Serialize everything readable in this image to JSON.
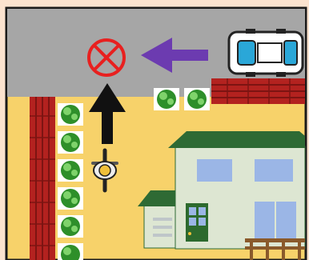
{
  "scene": {
    "colors": {
      "background": "#fbe3cf",
      "frame": "#1a1a1a",
      "road": "#a6a6a6",
      "ground": "#f7d26a",
      "brick": "#b3221f",
      "brick_dark": "#7d1412",
      "bush": "#2e8f2a",
      "bush_light": "#7fd36b",
      "stop_sign": "#e8201f",
      "arrow_purple": "#6c3bb0",
      "arrow_black": "#111111",
      "car_body": "#ffffff",
      "car_window": "#2aa7d8",
      "house_wall": "#dde6d2",
      "house_roof": "#2e6a34",
      "house_window": "#9bb6e6",
      "door": "#2d6a2e",
      "fence": "#8a5a2b"
    },
    "elements": {
      "stop_symbol": "no-entry-circle-x",
      "car_direction": "left",
      "bicycle_direction": "up"
    }
  }
}
